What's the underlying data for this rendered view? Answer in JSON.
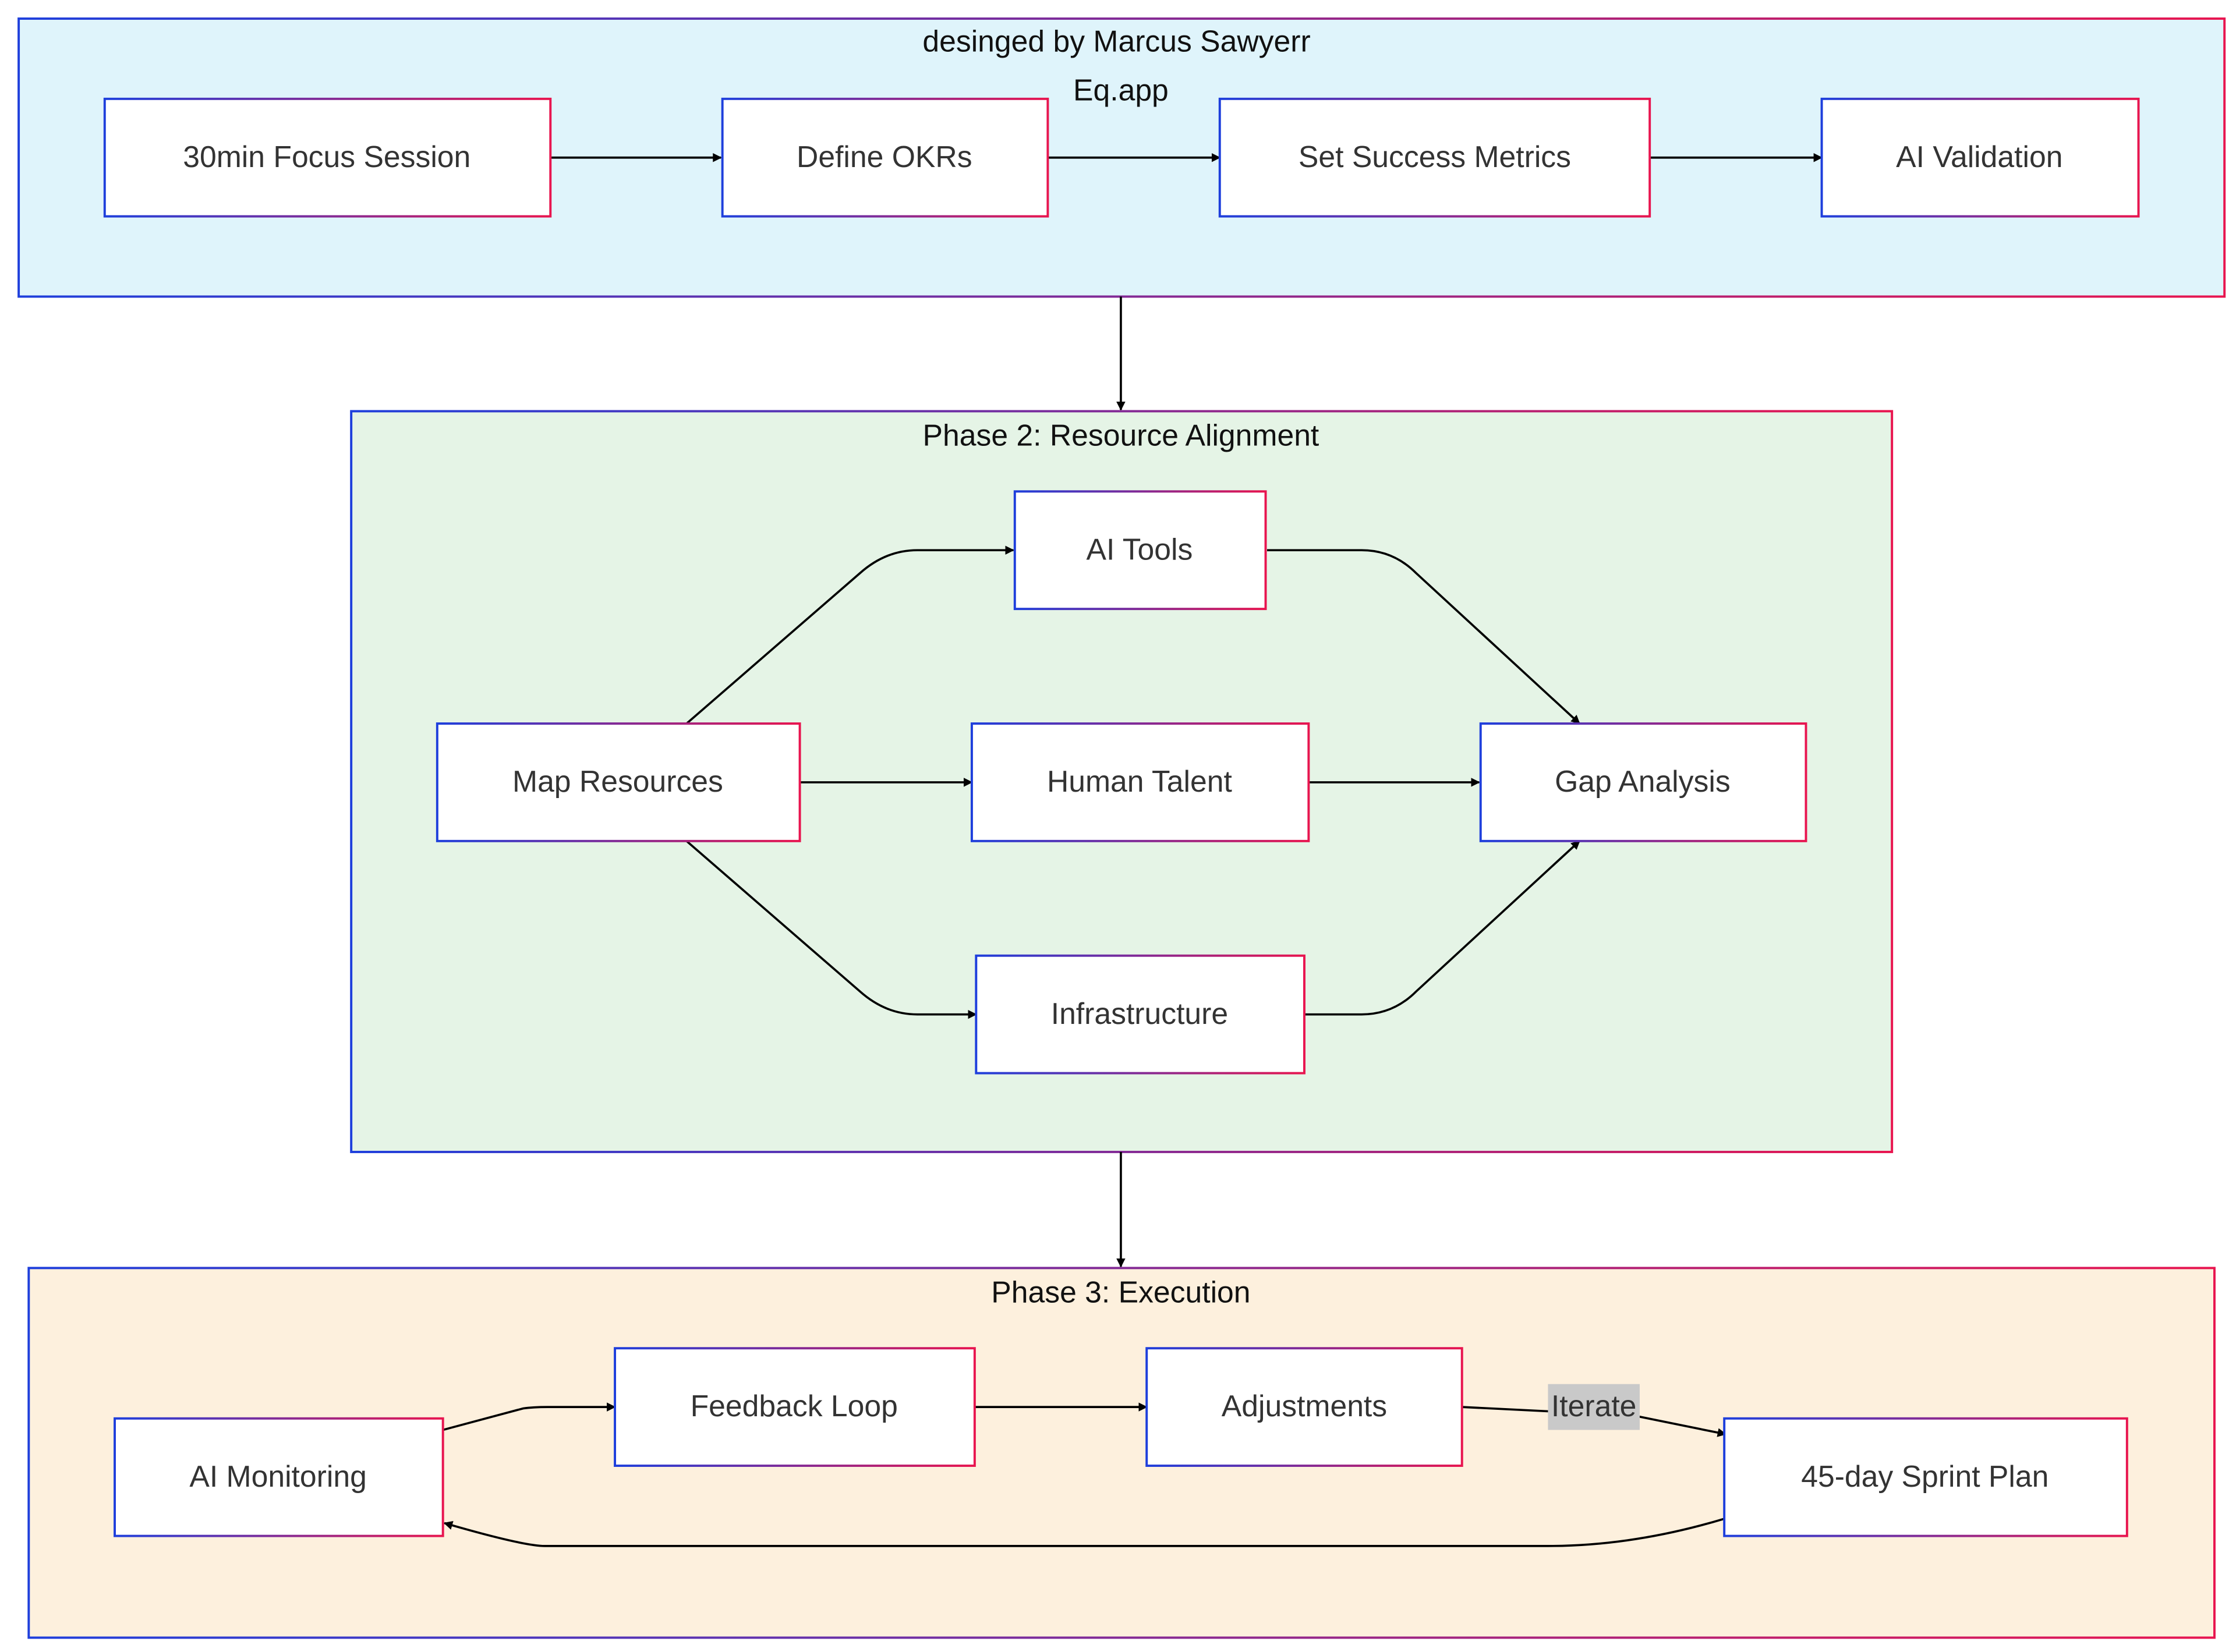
{
  "colors": {
    "phase1_bg": "#dff4fb",
    "phase2_bg": "#e5f4e6",
    "phase3_bg": "#fdf0dd",
    "border_start": "#1e3fdc",
    "border_end": "#e8154f",
    "edge_label_bg": "#c9c9c9"
  },
  "clusters": {
    "phase1": {
      "title": "desinged by Marcus Sawyerr",
      "subtitle": "Eq.app"
    },
    "phase2": {
      "title": "Phase 2: Resource Alignment"
    },
    "phase3": {
      "title": "Phase 3: Execution"
    }
  },
  "nodes": {
    "focus_session": "30min Focus Session",
    "define_okrs": "Define OKRs",
    "success_metrics": "Set Success Metrics",
    "ai_validation": "AI Validation",
    "map_resources": "Map Resources",
    "ai_tools": "AI Tools",
    "human_talent": "Human Talent",
    "infrastructure": "Infrastructure",
    "gap_analysis": "Gap Analysis",
    "sprint_plan": "45-day Sprint Plan",
    "ai_monitoring": "AI Monitoring",
    "feedback_loop": "Feedback Loop",
    "adjustments": "Adjustments"
  },
  "edges": [
    {
      "from": "focus_session",
      "to": "define_okrs"
    },
    {
      "from": "define_okrs",
      "to": "success_metrics"
    },
    {
      "from": "success_metrics",
      "to": "ai_validation"
    },
    {
      "from": "phase1",
      "to": "phase2"
    },
    {
      "from": "map_resources",
      "to": "ai_tools"
    },
    {
      "from": "map_resources",
      "to": "human_talent"
    },
    {
      "from": "map_resources",
      "to": "infrastructure"
    },
    {
      "from": "ai_tools",
      "to": "gap_analysis"
    },
    {
      "from": "human_talent",
      "to": "gap_analysis"
    },
    {
      "from": "infrastructure",
      "to": "gap_analysis"
    },
    {
      "from": "phase2",
      "to": "phase3"
    },
    {
      "from": "sprint_plan",
      "to": "ai_monitoring"
    },
    {
      "from": "ai_monitoring",
      "to": "feedback_loop"
    },
    {
      "from": "feedback_loop",
      "to": "adjustments"
    },
    {
      "from": "adjustments",
      "to": "sprint_plan",
      "label": "Iterate"
    }
  ],
  "edge_labels": {
    "iterate": "Iterate"
  }
}
